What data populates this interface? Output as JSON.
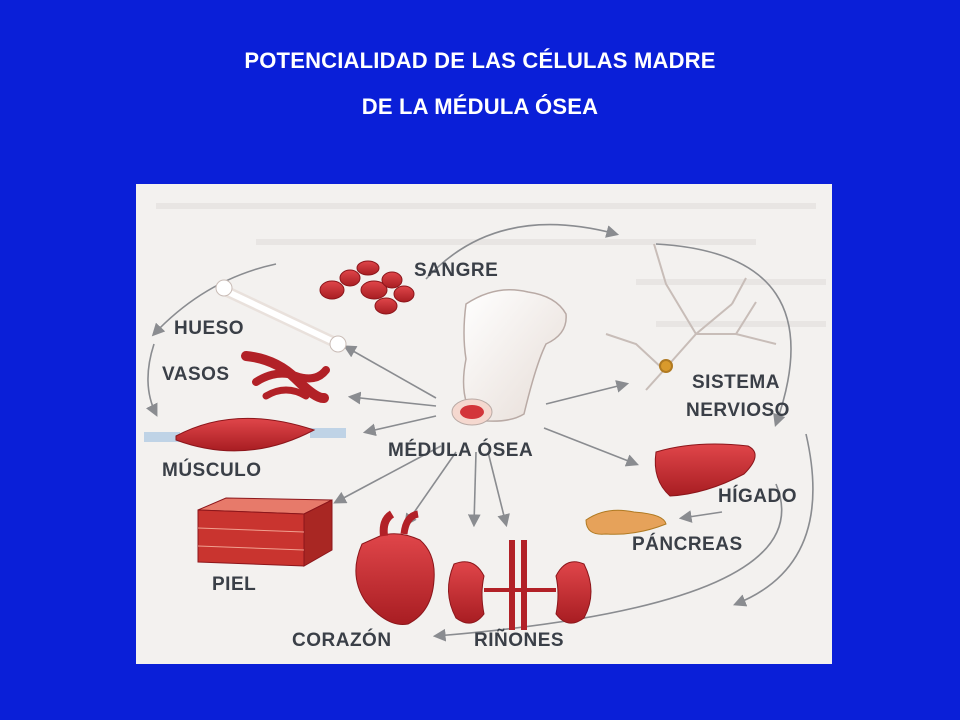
{
  "title": {
    "line1": "POTENCIALIDAD DE LAS CÉLULAS MADRE",
    "line2": "DE LA MÉDULA ÓSEA"
  },
  "diagram": {
    "center": "MÉDULA ÓSEA",
    "labels": {
      "sangre": "SANGRE",
      "hueso": "HUESO",
      "vasos": "VASOS",
      "musculo": "MÚSCULO",
      "piel": "PIEL",
      "corazon": "CORAZÓN",
      "rinones": "RIÑONES",
      "pancreas": "PÁNCREAS",
      "higado": "HÍGADO",
      "sistema": "SISTEMA",
      "nervioso": "NERVIOSO"
    }
  },
  "colors": {
    "background": "#0a1fd8",
    "title_text": "#ffffff",
    "panel": "#f3f1ef",
    "organ_red": "#c2282b",
    "label_gray": "#3a3f47"
  }
}
